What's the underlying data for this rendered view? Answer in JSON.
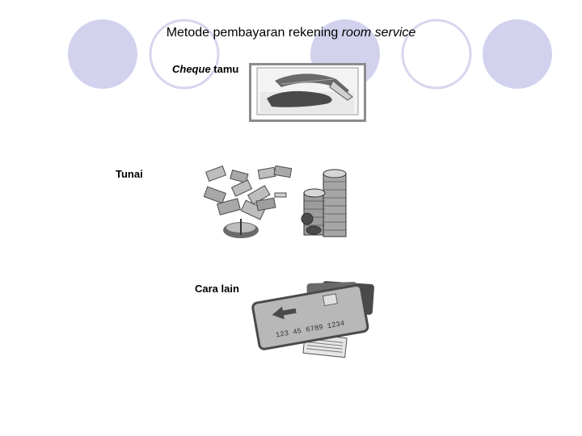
{
  "slide": {
    "title_main": "Metode pembayaran rekening ",
    "title_italic": "room service"
  },
  "methods": [
    {
      "label_italic": "Cheque",
      "label_rest": " tamu",
      "illustration": "cheque-hand-icon"
    },
    {
      "label_italic": "",
      "label_rest": "Tunai",
      "illustration": "cash-coins-icon"
    },
    {
      "label_italic": "",
      "label_rest": "Cara lain",
      "illustration": "credit-cards-icon"
    }
  ],
  "card_number": "123 45 6789 1234",
  "colors": {
    "circle_fill": "#d2d2ee",
    "circle_stroke": "#c6c6e8",
    "clipart_dark": "#4a4a4a",
    "clipart_mid": "#8c8c8c",
    "clipart_light": "#cfcfcf"
  }
}
